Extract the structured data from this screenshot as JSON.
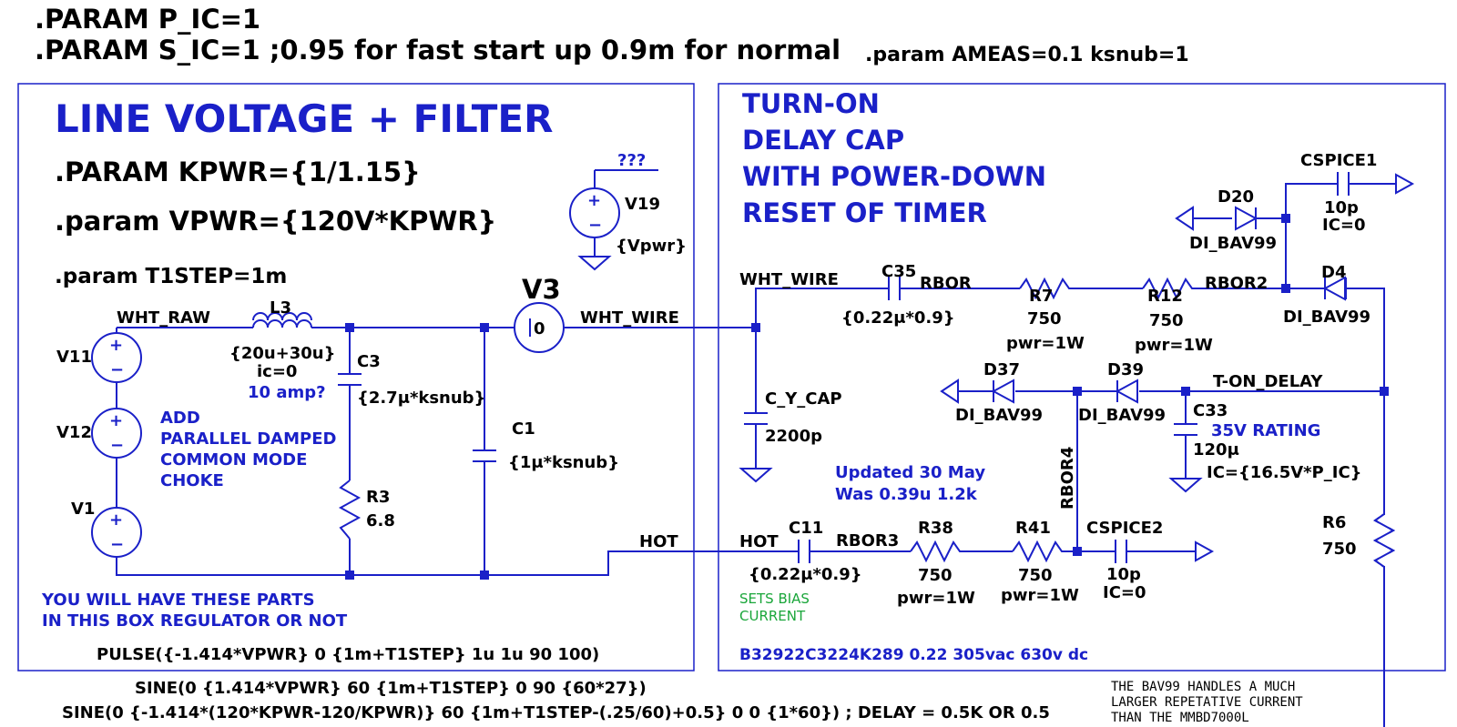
{
  "directives": {
    "p_ic": ".PARAM P_IC=1",
    "s_ic": ".PARAM S_IC=1 ;0.95 for fast start up 0.9m for normal",
    "ameas": ".param AMEAS=0.1 ksnub=1",
    "kpwr": ".PARAM KPWR={1/1.15}",
    "vpwr": ".param VPWR={120V*KPWR}",
    "t1step": ".param T1STEP=1m"
  },
  "left_box": {
    "title": "LINE VOLTAGE + FILTER",
    "note_add": [
      "ADD",
      "PARALLEL DAMPED",
      "COMMON MODE",
      "CHOKE"
    ],
    "note_parts": [
      "YOU WILL HAVE THESE PARTS",
      "IN THIS BOX REGULATOR OR NOT"
    ],
    "pulse": "PULSE({-1.414*VPWR} 0 {1m+T1STEP} 1u 1u 90 100)"
  },
  "right_box": {
    "title": [
      "TURN-ON",
      "DELAY CAP",
      "WITH POWER-DOWN",
      "RESET OF TIMER"
    ],
    "updated": [
      "Updated 30 May",
      "Was 0.39u 1.2k"
    ],
    "rating": "35V RATING",
    "part_number": "B32922C3224K289  0.22 305vac 630v dc",
    "bias_note": [
      "SETS BIAS",
      "CURRENT"
    ]
  },
  "sines": {
    "sine1": "SINE(0 {1.414*VPWR} 60 {1m+T1STEP} 0 90 {60*27})",
    "sine2": "SINE(0 {-1.414*(120*KPWR-120/KPWR)} 60 {1m+T1STEP-(.25/60)+0.5} 0 0 {1*60}) ; DELAY = 0.5K OR 0.5"
  },
  "bav_note": [
    "THE BAV99 HANDLES A MUCH",
    "LARGER REPETATIVE CURRENT",
    "THAN THE MMBD7000L"
  ],
  "components": {
    "v19": {
      "name": "V19",
      "value": "{Vpwr}",
      "net": "???"
    },
    "v3": {
      "name": "V3",
      "value": "0"
    },
    "v11": {
      "name": "V11"
    },
    "v12": {
      "name": "V12"
    },
    "v1": {
      "name": "V1"
    },
    "l3": {
      "name": "L3",
      "value": "{20u+30u}",
      "ic": "ic=0",
      "note": "10 amp?"
    },
    "c3": {
      "name": "C3",
      "value": "{2.7μ*ksnub}"
    },
    "c1": {
      "name": "C1",
      "value": "{1μ*ksnub}"
    },
    "r3": {
      "name": "R3",
      "value": "6.8"
    },
    "c35": {
      "name": "C35",
      "value": "{0.22μ*0.9}"
    },
    "r7": {
      "name": "R7",
      "value": "750",
      "pwr": "pwr=1W"
    },
    "r12": {
      "name": "R12",
      "value": "750",
      "pwr": "pwr=1W"
    },
    "cspice1": {
      "name": "CSPICE1",
      "value": "10p",
      "ic": "IC=0"
    },
    "d20": {
      "name": "D20",
      "model": "DI_BAV99"
    },
    "d4": {
      "name": "D4",
      "model": "DI_BAV99"
    },
    "c_y_cap": {
      "name": "C_Y_CAP",
      "value": "2200p"
    },
    "d37": {
      "name": "D37",
      "model": "DI_BAV99"
    },
    "d39": {
      "name": "D39",
      "model": "DI_BAV99"
    },
    "c33": {
      "name": "C33",
      "value": "120μ",
      "ic": "IC={16.5V*P_IC}"
    },
    "c11": {
      "name": "C11",
      "value": "{0.22μ*0.9}"
    },
    "r38": {
      "name": "R38",
      "value": "750",
      "pwr": "pwr=1W"
    },
    "r41": {
      "name": "R41",
      "value": "750",
      "pwr": "pwr=1W"
    },
    "cspice2": {
      "name": "CSPICE2",
      "value": "10p",
      "ic": "IC=0"
    },
    "r6": {
      "name": "R6",
      "value": "750"
    }
  },
  "nets": {
    "wht_raw": "WHT_RAW",
    "wht_wire": "WHT_WIRE",
    "wht_wire2": "WHT_WIRE",
    "hot": "HOT",
    "hot2": "HOT",
    "rbor": "RBOR",
    "rbor2": "RBOR2",
    "rbor3": "RBOR3",
    "rbor4": "RBOR4",
    "t_on_delay": "T-ON_DELAY"
  }
}
